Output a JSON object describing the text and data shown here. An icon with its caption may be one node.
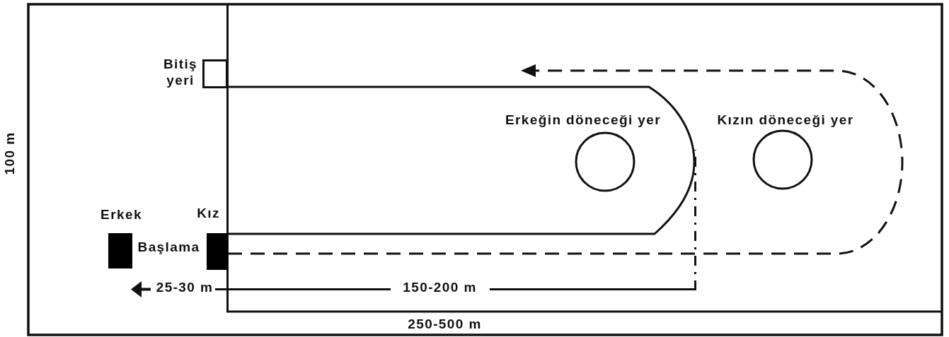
{
  "diagram": {
    "nodes": [
      {
        "text": [
          "Bitiş yeri"
        ]
      },
      {
        "text": [
          "Erkeğin döneceği yer"
        ]
      },
      {
        "text": [
          "Kızın döneceği yer"
        ]
      },
      {
        "text": [
          "Erkek"
        ]
      },
      {
        "text": [
          "Kız"
        ]
      }
    ],
    "edges": [
      {
        "from": 4,
        "to": 0,
        "arrow": "none"
      },
      {
        "from": 4,
        "to": null,
        "arrow": "to",
        "style": "dashed"
      }
    ],
    "labels": [
      "100 m",
      "Başlama",
      "25-30 m",
      "150-200 m",
      "250-500 m"
    ]
  }
}
